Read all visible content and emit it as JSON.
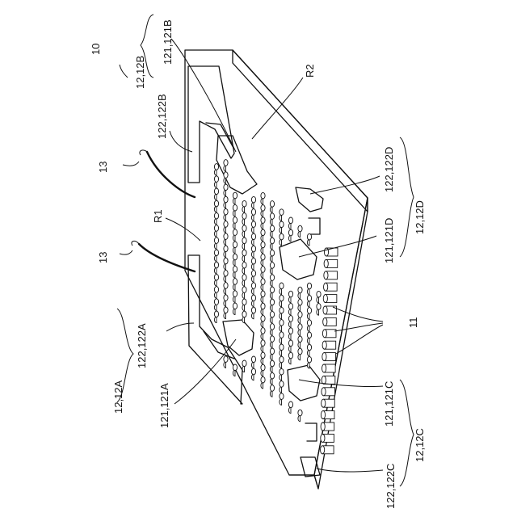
{
  "labels": {
    "device": "10",
    "electrode_b": "12,12B",
    "part_121b": "121,121B",
    "part_122b": "122,122B",
    "region_r2": "R2",
    "lead_upper": "13",
    "lead_lower": "13",
    "region_r1": "R1",
    "part_122d": "122,122D",
    "electrode_d": "12,12D",
    "part_121d": "121,121D",
    "pillars": "11",
    "part_122a": "122,122A",
    "electrode_a": "12,12A",
    "part_121a": "121,121A",
    "part_121c": "121,121C",
    "electrode_c": "12,12C",
    "part_122c": "122,122C"
  }
}
